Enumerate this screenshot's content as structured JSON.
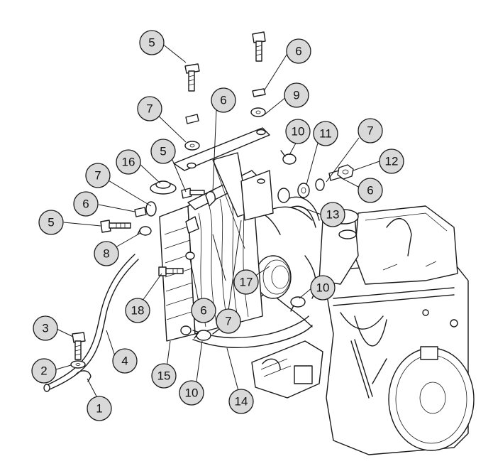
{
  "callouts": [
    {
      "id": "c1",
      "label": "1"
    },
    {
      "id": "c2",
      "label": "2"
    },
    {
      "id": "c3",
      "label": "3"
    },
    {
      "id": "c4",
      "label": "4"
    },
    {
      "id": "c5a",
      "label": "5"
    },
    {
      "id": "c5b",
      "label": "5"
    },
    {
      "id": "c5c",
      "label": "5"
    },
    {
      "id": "c6a",
      "label": "6"
    },
    {
      "id": "c6b",
      "label": "6"
    },
    {
      "id": "c6c",
      "label": "6"
    },
    {
      "id": "c6d",
      "label": "6"
    },
    {
      "id": "c6e",
      "label": "6"
    },
    {
      "id": "c7a",
      "label": "7"
    },
    {
      "id": "c7b",
      "label": "7"
    },
    {
      "id": "c7c",
      "label": "7"
    },
    {
      "id": "c7d",
      "label": "7"
    },
    {
      "id": "c8",
      "label": "8"
    },
    {
      "id": "c9",
      "label": "9"
    },
    {
      "id": "c10a",
      "label": "10"
    },
    {
      "id": "c10b",
      "label": "10"
    },
    {
      "id": "c10c",
      "label": "10"
    },
    {
      "id": "c11",
      "label": "11"
    },
    {
      "id": "c12",
      "label": "12"
    },
    {
      "id": "c13",
      "label": "13"
    },
    {
      "id": "c14",
      "label": "14"
    },
    {
      "id": "c15",
      "label": "15"
    },
    {
      "id": "c16",
      "label": "16"
    },
    {
      "id": "c17",
      "label": "17"
    },
    {
      "id": "c18",
      "label": "18"
    }
  ]
}
